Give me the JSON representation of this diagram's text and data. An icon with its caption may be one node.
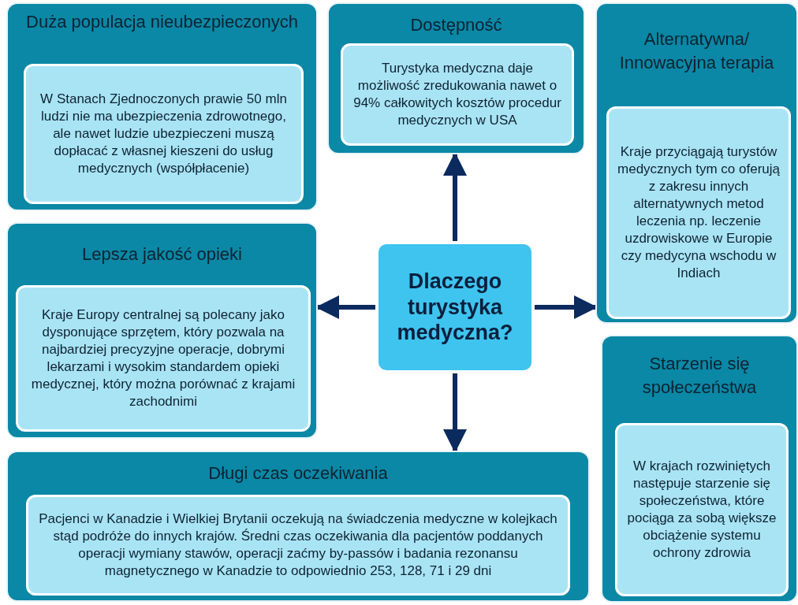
{
  "diagram": {
    "nodes": [
      {
        "text": [
          "Duża populacja nieubezpieczonych"
        ]
      },
      {
        "text": [
          "W Stanach Zjednoczonych prawie 50 mln ludzi nie ma ubezpieczenia zdrowotnego, ale nawet ludzie ubezpieczeni muszą dopłacać z własnej kieszeni do usług medycznych (współpłacenie)"
        ],
        "in": 0
      },
      {
        "text": [
          "Dostępność"
        ]
      },
      {
        "text": [
          "Turystyka medyczna daje możliwość zredukowania nawet o 94% całkowitych kosztów procedur medycznych w USA"
        ],
        "in": 2
      },
      {
        "text": [
          "Alternatywna/ Innowacyjna terapia"
        ]
      },
      {
        "text": [
          "Kraje przyciągają turystów medycznych tym co oferują z zakresu innych alternatywnych metod leczenia np. leczenie uzdrowiskowe w Europie czy medycyna wschodu w Indiach"
        ],
        "in": 4
      },
      {
        "text": [
          "Lepsza jakość opieki"
        ]
      },
      {
        "text": [
          "Kraje Europy centralnej są polecany jako dysponujące sprzętem, który pozwala na najbardziej precyzyjne operacje,  dobrymi lekarzami i wysokim  standardem opieki medycznej, który można porównać z krajami zachodnimi"
        ],
        "in": 6
      },
      {
        "text": [
          "Dlaczego turystyka medyczna?"
        ]
      },
      {
        "text": [
          "Starzenie się społeczeństwa"
        ]
      },
      {
        "text": [
          "W krajach rozwiniętych następuje starzenie się społeczeństwa, które pociąga za sobą większe obciążenie systemu ochrony zdrowia"
        ],
        "in": 9
      },
      {
        "text": [
          "Długi czas oczekiwania"
        ]
      },
      {
        "text": [
          "Pacjenci w Kanadzie i Wielkiej Brytanii oczekują na świadczenia medyczne w kolejkach stąd podróże do innych krajów. Średni czas oczekiwania dla pacjentów poddanych operacji wymiany stawów, operacji zaćmy by-passów i badania rezonansu magnetycznego w Kanadzie to odpowiednio 253, 128, 71 i 29 dni"
        ],
        "in": 11
      }
    ],
    "edges": [
      {
        "from": 8,
        "to": 2,
        "arrow": "to"
      },
      {
        "from": 8,
        "to": 6,
        "arrow": "to"
      },
      {
        "from": 8,
        "to": 4,
        "arrow": "to"
      },
      {
        "from": 8,
        "to": 11,
        "arrow": "to"
      }
    ]
  }
}
